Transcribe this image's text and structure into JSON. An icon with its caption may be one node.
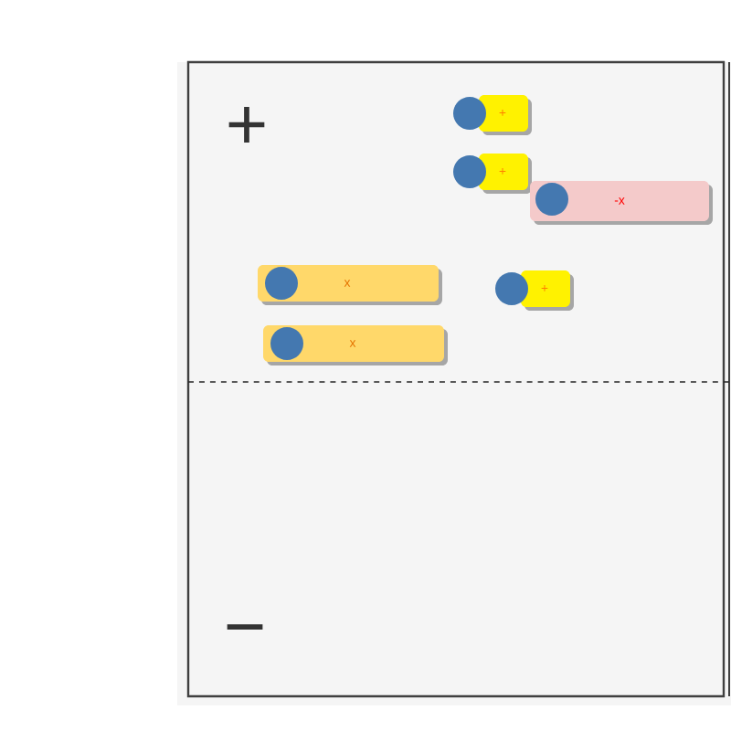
{
  "diagram": {
    "nodes": [
      {
        "text": [
          "+"
        ]
      },
      {
        "text": [
          "+"
        ]
      },
      {
        "text": [
          "-x"
        ]
      },
      {
        "text": [
          "x"
        ]
      },
      {
        "text": [
          "+"
        ]
      },
      {
        "text": [
          "x"
        ]
      }
    ],
    "labels": [
      "+",
      "−"
    ]
  }
}
